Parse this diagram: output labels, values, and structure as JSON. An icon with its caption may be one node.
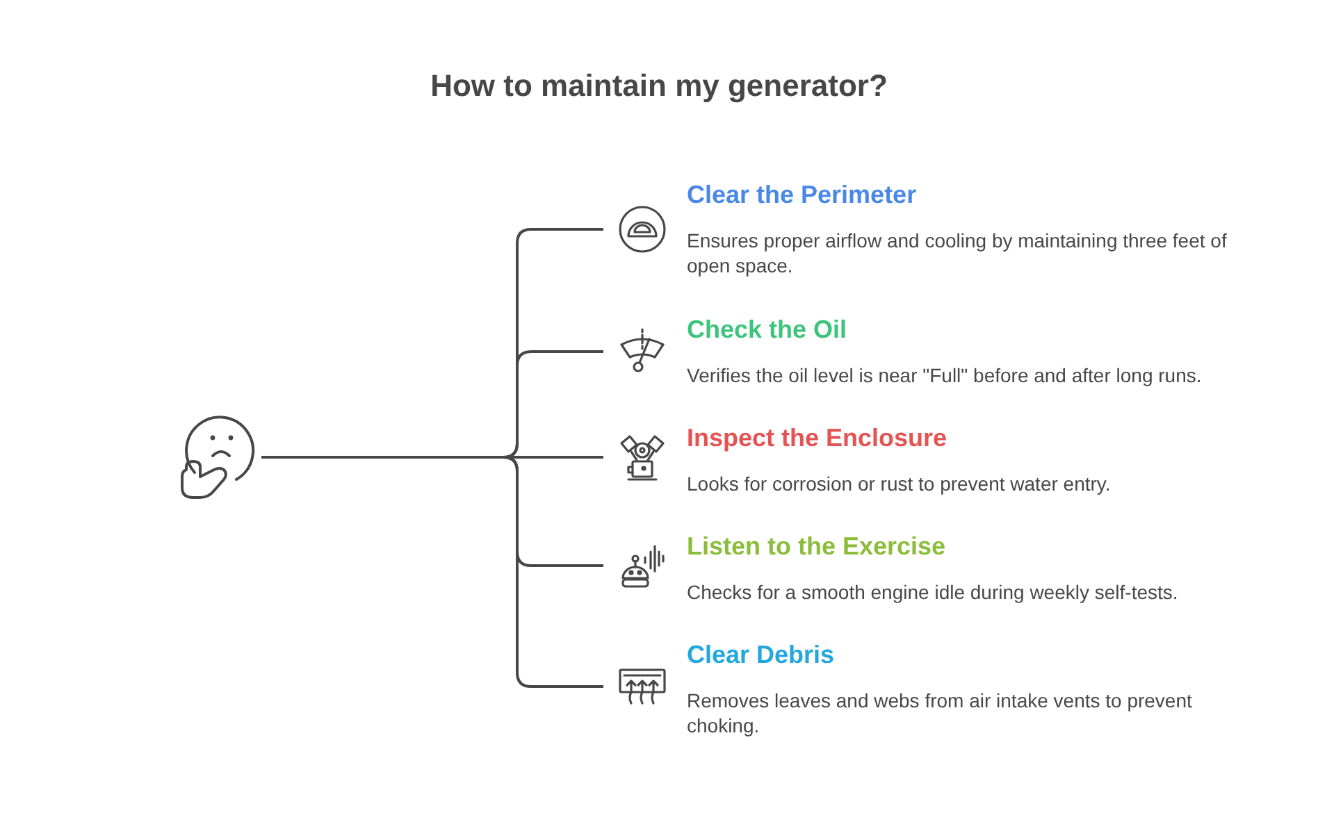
{
  "diagram": {
    "title": "How to maintain my generator?",
    "nodes": [
      {
        "text": [],
        "shape": "picture"
      },
      {
        "text": [
          "Clear the Perimeter",
          "Ensures proper airflow and cooling by maintaining three feet of open space."
        ]
      },
      {
        "text": [
          "Check the Oil",
          "Verifies the oil level is near \"Full\" before and after long runs."
        ]
      },
      {
        "text": [
          "Inspect the Enclosure",
          "Looks for corrosion or rust to prevent water entry."
        ]
      },
      {
        "text": [
          "Listen to the Exercise",
          "Checks for a smooth engine idle during weekly self-tests."
        ]
      },
      {
        "text": [
          "Clear Debris",
          "Removes leaves and webs from air intake vents to prevent choking."
        ]
      }
    ],
    "edges": [
      {
        "from": 0,
        "to": 1,
        "arrow": "none"
      },
      {
        "from": 0,
        "to": 2,
        "arrow": "none"
      },
      {
        "from": 0,
        "to": 3,
        "arrow": "none"
      },
      {
        "from": 0,
        "to": 4,
        "arrow": "none"
      },
      {
        "from": 0,
        "to": 5,
        "arrow": "none"
      }
    ]
  }
}
